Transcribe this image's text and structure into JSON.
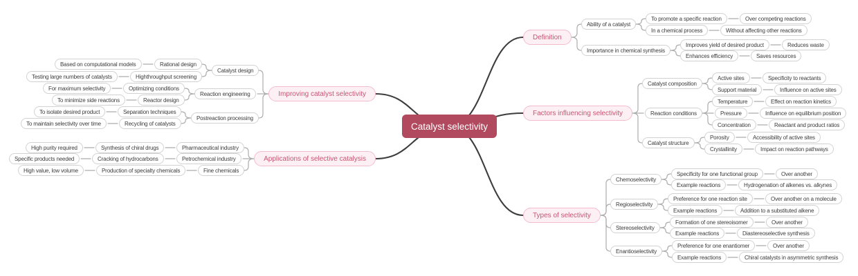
{
  "colors": {
    "root_bg": "#b14a5e",
    "root_text": "#ffffff",
    "branch_bg": "#fdf0f5",
    "branch_border": "#f4bbcb",
    "branch_text": "#c75570",
    "node_bg": "#ffffff",
    "node_border": "#d2d2d2",
    "node_text": "#3c3c3c",
    "link": "#acacac",
    "root_link": "#3d3d3d"
  },
  "root": {
    "label": "Catalyst selectivity"
  },
  "right": [
    {
      "label": "Definition",
      "children": [
        {
          "label": "Ability of a catalyst",
          "children": [
            {
              "label": "To promote a specific reaction",
              "children": [
                {
                  "label": "Over competing reactions"
                }
              ]
            },
            {
              "label": "In a chemical process",
              "children": [
                {
                  "label": "Without affecting other reactions"
                }
              ]
            }
          ]
        },
        {
          "label": "Importance in chemical synthesis",
          "children": [
            {
              "label": "Improves yield of desired product",
              "children": [
                {
                  "label": "Reduces waste"
                }
              ]
            },
            {
              "label": "Enhances efficiency",
              "children": [
                {
                  "label": "Saves resources"
                }
              ]
            }
          ]
        }
      ]
    },
    {
      "label": "Factors influencing selectivity",
      "children": [
        {
          "label": "Catalyst composition",
          "children": [
            {
              "label": "Active sites",
              "children": [
                {
                  "label": "Specificity to reactants"
                }
              ]
            },
            {
              "label": "Support material",
              "children": [
                {
                  "label": "Influence on active sites"
                }
              ]
            }
          ]
        },
        {
          "label": "Reaction conditions",
          "children": [
            {
              "label": "Temperature",
              "children": [
                {
                  "label": "Effect on reaction kinetics"
                }
              ]
            },
            {
              "label": "Pressure",
              "children": [
                {
                  "label": "Influence on equilibrium position"
                }
              ]
            },
            {
              "label": "Concentration",
              "children": [
                {
                  "label": "Reactant and product ratios"
                }
              ]
            }
          ]
        },
        {
          "label": "Catalyst structure",
          "children": [
            {
              "label": "Porosity",
              "children": [
                {
                  "label": "Accessibility of active sites"
                }
              ]
            },
            {
              "label": "Crystallinity",
              "children": [
                {
                  "label": "Impact on reaction pathways"
                }
              ]
            }
          ]
        }
      ]
    },
    {
      "label": "Types of selectivity",
      "children": [
        {
          "label": "Chemoselectivity",
          "children": [
            {
              "label": "Specificity for one functional group",
              "children": [
                {
                  "label": "Over another"
                }
              ]
            },
            {
              "label": "Example reactions",
              "children": [
                {
                  "label": "Hydrogenation of alkenes vs. alkynes"
                }
              ]
            }
          ]
        },
        {
          "label": "Regioselectivity",
          "children": [
            {
              "label": "Preference for one reaction site",
              "children": [
                {
                  "label": "Over another on a molecule"
                }
              ]
            },
            {
              "label": "Example reactions",
              "children": [
                {
                  "label": "Addition to a substituted alkene"
                }
              ]
            }
          ]
        },
        {
          "label": "Stereoselectivity",
          "children": [
            {
              "label": "Formation of one stereoisomer",
              "children": [
                {
                  "label": "Over another"
                }
              ]
            },
            {
              "label": "Example reactions",
              "children": [
                {
                  "label": "Diastereoselective synthesis"
                }
              ]
            }
          ]
        },
        {
          "label": "Enantioselectivity",
          "children": [
            {
              "label": "Preference for one enantiomer",
              "children": [
                {
                  "label": "Over another"
                }
              ]
            },
            {
              "label": "Example reactions",
              "children": [
                {
                  "label": "Chiral catalysts in asymmetric synthesis"
                }
              ]
            }
          ]
        }
      ]
    }
  ],
  "left": [
    {
      "label": "Improving catalyst selectivity",
      "children": [
        {
          "label": "Catalyst design",
          "children": [
            {
              "label": "Rational design",
              "children": [
                {
                  "label": "Based on computational models"
                }
              ]
            },
            {
              "label": "Highthroughput screening",
              "children": [
                {
                  "label": "Testing large numbers of catalysts"
                }
              ]
            }
          ]
        },
        {
          "label": "Reaction engineering",
          "children": [
            {
              "label": "Optimizing conditions",
              "children": [
                {
                  "label": "For maximum selectivity"
                }
              ]
            },
            {
              "label": "Reactor design",
              "children": [
                {
                  "label": "To minimize side reactions"
                }
              ]
            }
          ]
        },
        {
          "label": "Postreaction processing",
          "children": [
            {
              "label": "Separation techniques",
              "children": [
                {
                  "label": "To isolate desired product"
                }
              ]
            },
            {
              "label": "Recycling of catalysts",
              "children": [
                {
                  "label": "To maintain selectivity over time"
                }
              ]
            }
          ]
        }
      ]
    },
    {
      "label": "Applications of selective catalysis",
      "children": [
        {
          "label": "Pharmaceutical industry",
          "children": [
            {
              "label": "Synthesis of chiral drugs",
              "children": [
                {
                  "label": "High purity required"
                }
              ]
            }
          ]
        },
        {
          "label": "Petrochemical industry",
          "children": [
            {
              "label": "Cracking of hydrocarbons",
              "children": [
                {
                  "label": "Specific products needed"
                }
              ]
            }
          ]
        },
        {
          "label": "Fine chemicals",
          "children": [
            {
              "label": "Production of specialty chemicals",
              "children": [
                {
                  "label": "High value, low volume"
                }
              ]
            }
          ]
        }
      ]
    }
  ]
}
